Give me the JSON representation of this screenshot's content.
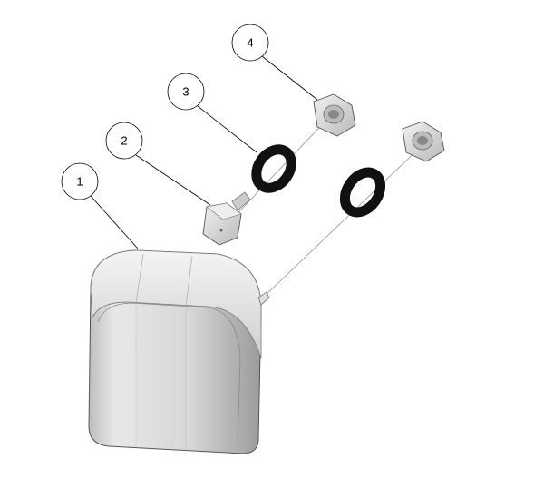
{
  "diagram": {
    "balloons": [
      {
        "label": "1",
        "part": "housing"
      },
      {
        "label": "2",
        "part": "hex-plug"
      },
      {
        "label": "3",
        "part": "washer"
      },
      {
        "label": "4",
        "part": "hex-nut"
      }
    ]
  }
}
